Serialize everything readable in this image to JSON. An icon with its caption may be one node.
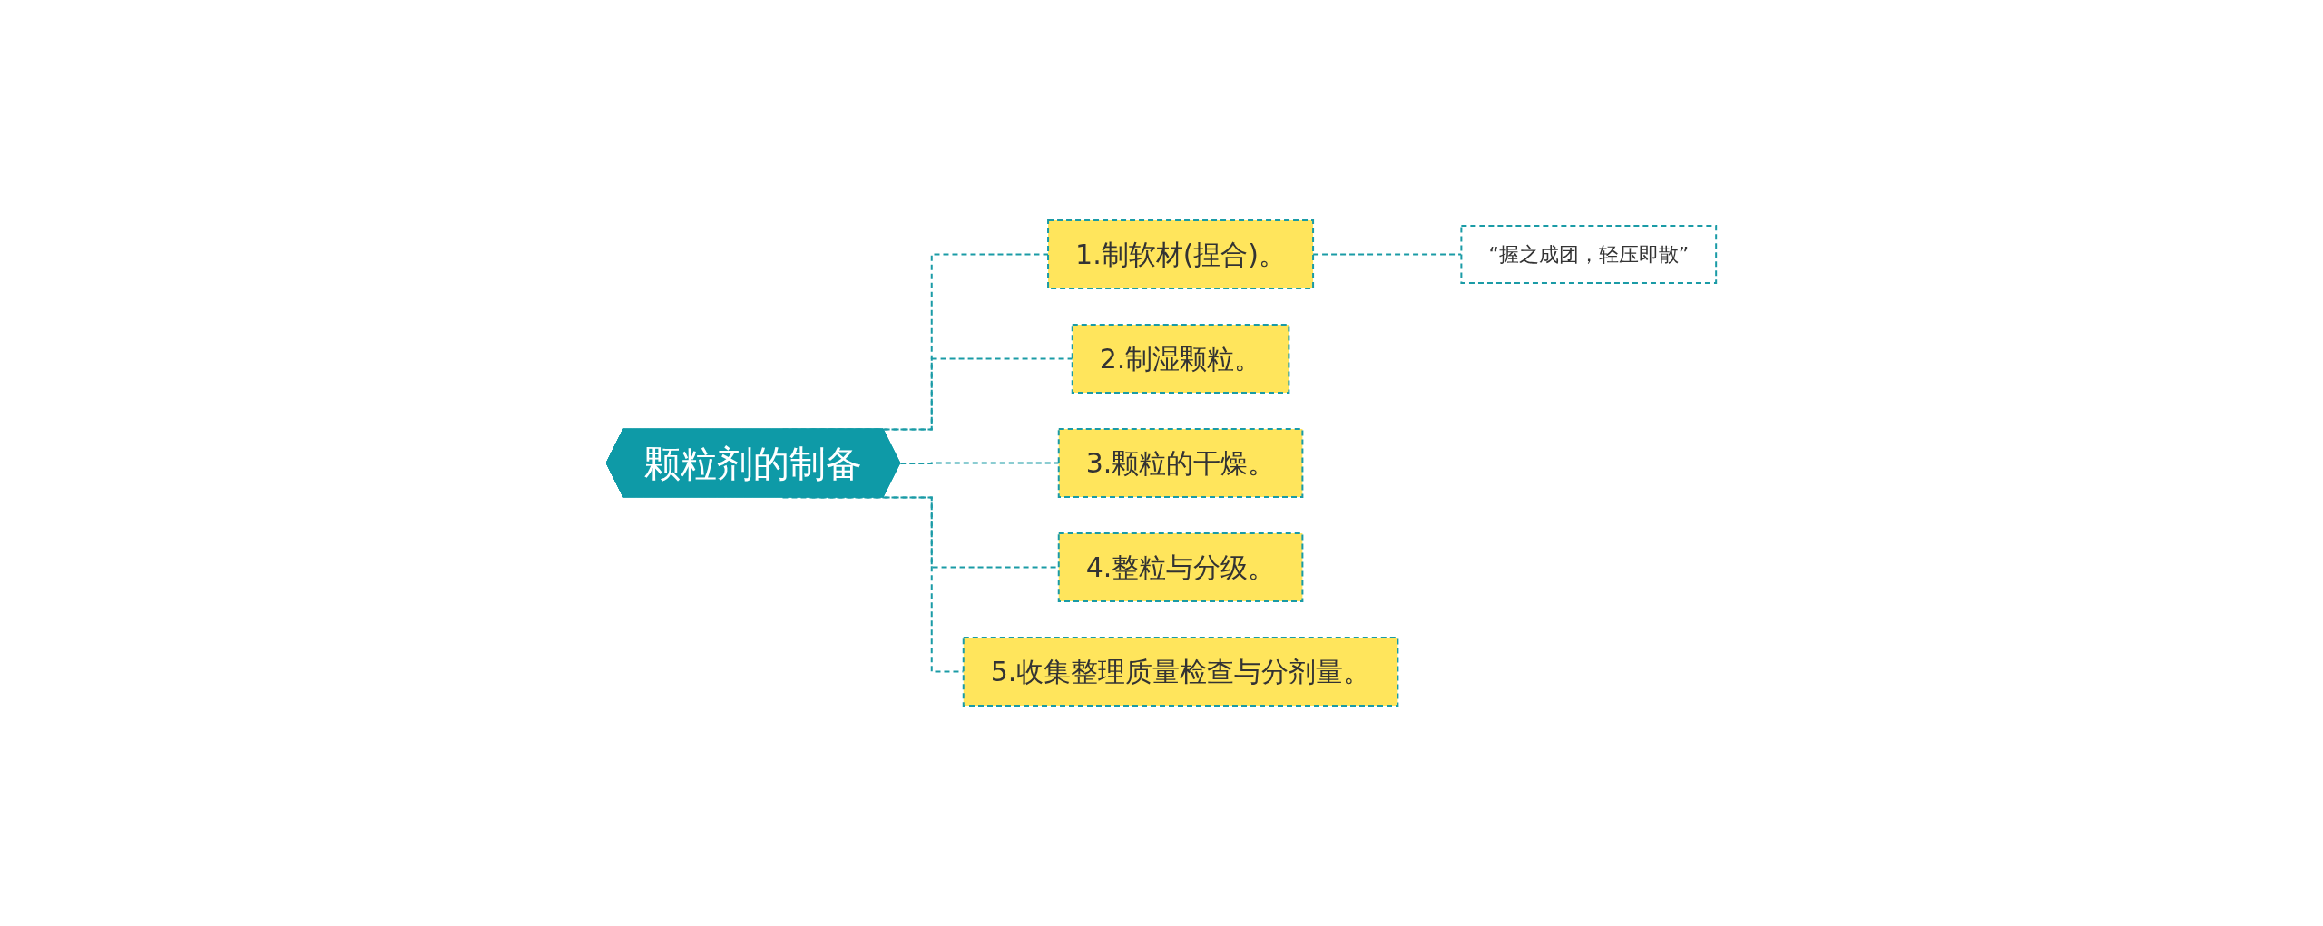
{
  "diagram": {
    "nodes": [
      {
        "text": [
          "颗粒剂的制备"
        ]
      },
      {
        "text": [
          "1.制软材(捏合)。"
        ]
      },
      {
        "text": [
          "“握之成团，轻压即散”"
        ]
      },
      {
        "text": [
          "2.制湿颗粒。"
        ]
      },
      {
        "text": [
          "3.颗粒的干燥。"
        ]
      },
      {
        "text": [
          "4.整粒与分级。"
        ]
      },
      {
        "text": [
          "5.收集整理质量检查与分剂量。"
        ]
      }
    ],
    "edges": [
      {
        "from": 0,
        "to": 1,
        "arrow": "none",
        "style": "dashed"
      },
      {
        "from": 1,
        "to": 2,
        "arrow": "none",
        "style": "dashed"
      },
      {
        "from": 0,
        "to": 3,
        "arrow": "none",
        "style": "dashed"
      },
      {
        "from": 0,
        "to": 4,
        "arrow": "none",
        "style": "dashed"
      },
      {
        "from": 0,
        "to": 5,
        "arrow": "none",
        "style": "dashed"
      },
      {
        "from": 0,
        "to": 6,
        "arrow": "none",
        "style": "dashed"
      }
    ]
  }
}
